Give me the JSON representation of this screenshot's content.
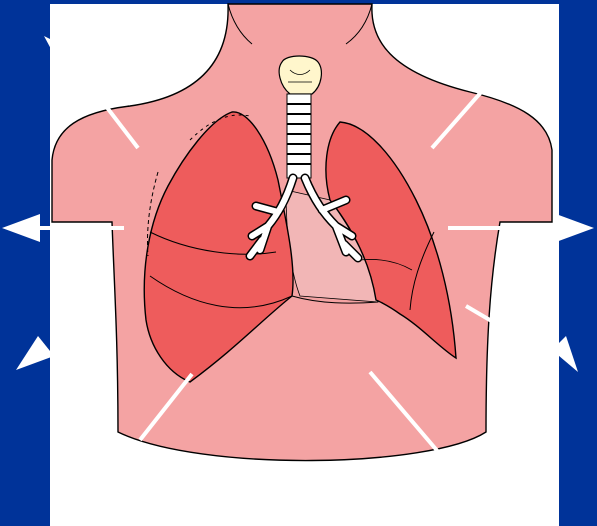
{
  "slide": {
    "background_color": "#003399",
    "panel_color": "#ffffff"
  },
  "illustration": {
    "subject": "human-chest-respiratory-system",
    "colors": {
      "skin": "#f4a3a3",
      "lung": "#ee5c5c",
      "lung_shadow": "#e04848",
      "airway": "#ffffff",
      "larynx": "#fff6cc",
      "heart_area": "#f0b8b8",
      "outline": "#000000"
    },
    "parts": [
      "torso",
      "neck",
      "right-lung",
      "left-lung",
      "trachea",
      "larynx",
      "bronchi",
      "diaphragm"
    ]
  },
  "arrows": {
    "color": "#ffffff",
    "items": [
      {
        "id": "upper-left",
        "direction": "up-left"
      },
      {
        "id": "upper-right",
        "direction": "up-right"
      },
      {
        "id": "middle-left",
        "direction": "left"
      },
      {
        "id": "middle-right",
        "direction": "right"
      },
      {
        "id": "lower-left",
        "direction": "down-left"
      },
      {
        "id": "lower-right",
        "direction": "down-right"
      }
    ]
  }
}
